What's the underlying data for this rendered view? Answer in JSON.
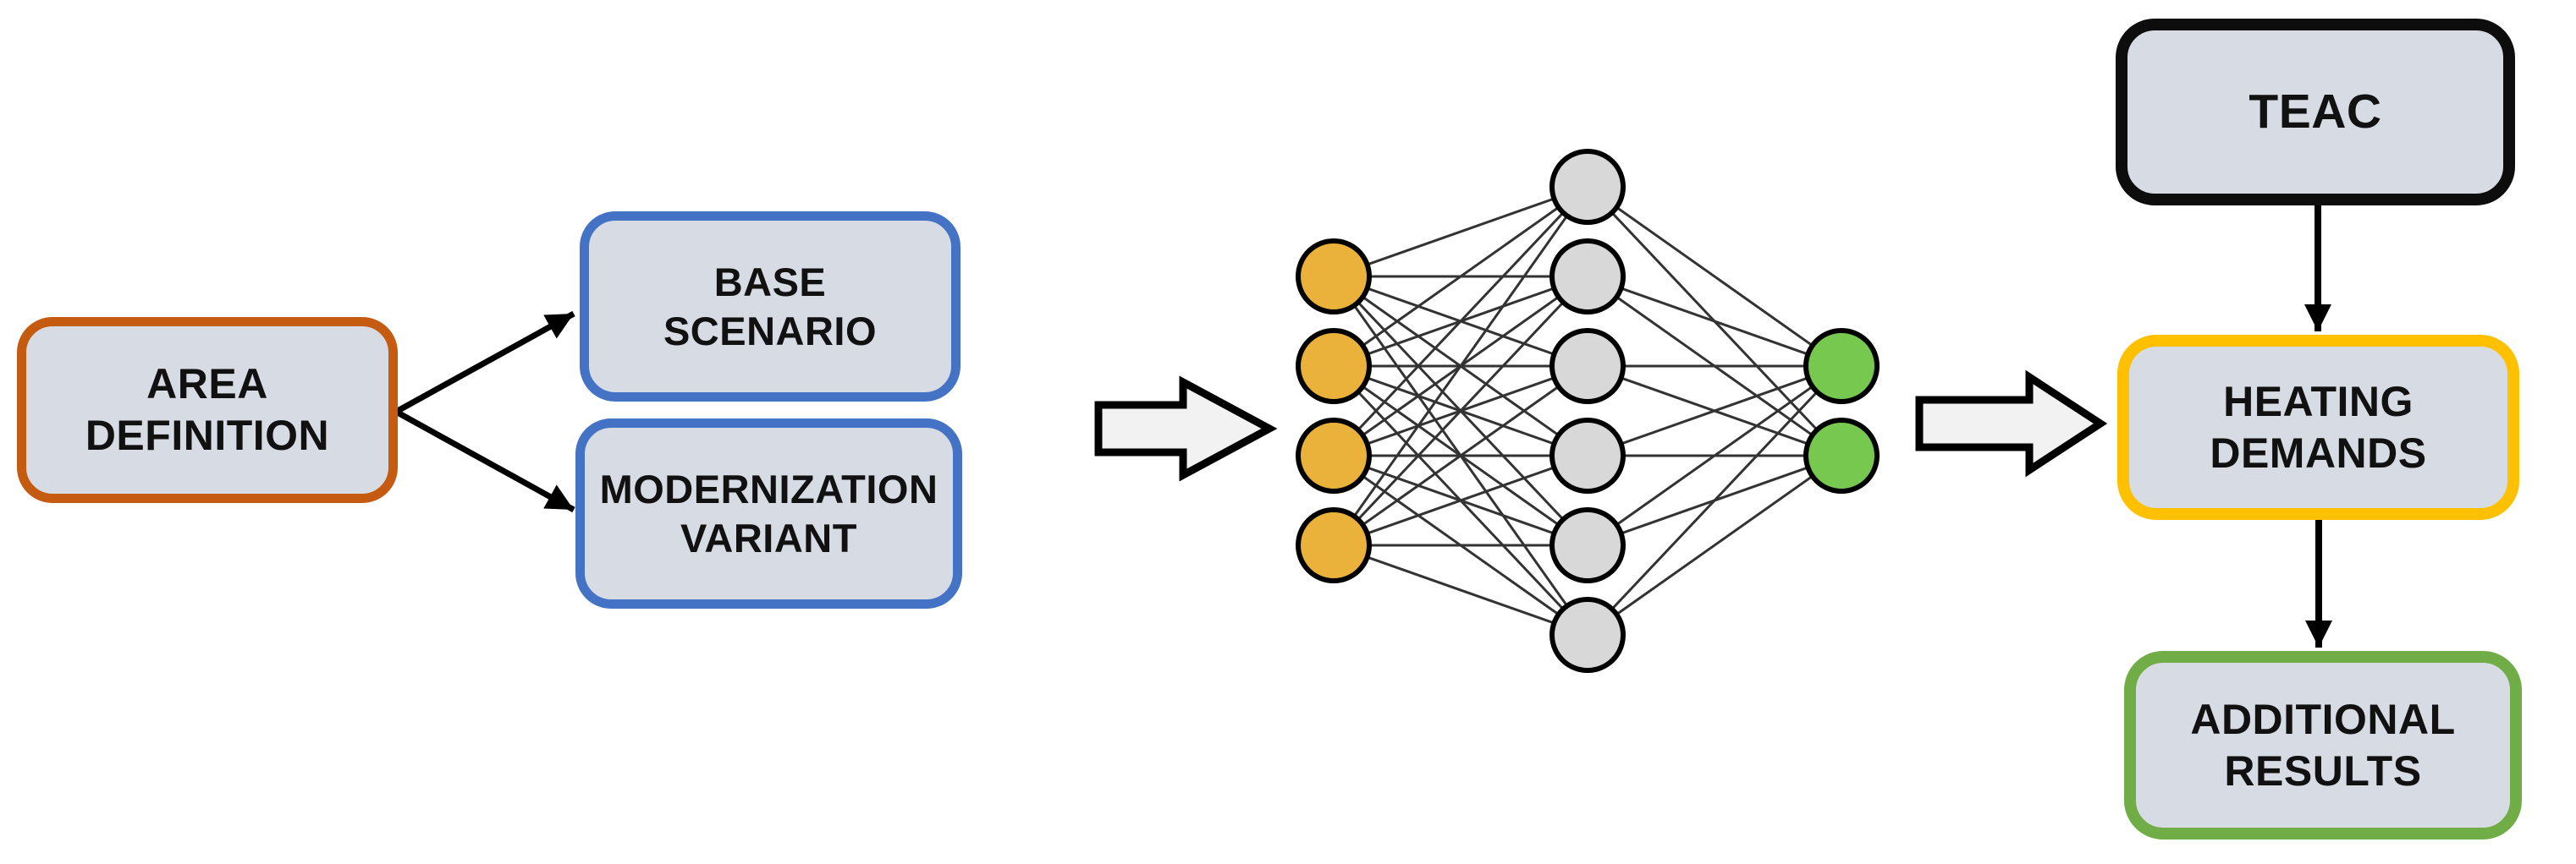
{
  "figure": {
    "background": "#FFFFFF",
    "box_fill": "#D7DCE4",
    "text_color": "#111111",
    "boxes": {
      "area_definition": {
        "label": "AREA\nDEFINITION",
        "border_color": "#C55A11"
      },
      "base_scenario": {
        "label": "BASE\nSCENARIO",
        "border_color": "#4472C4"
      },
      "modernization_variant": {
        "label": "MODERNIZATION\nVARIANT",
        "border_color": "#4472C4"
      },
      "teac": {
        "label": "TEAC",
        "border_color": "#0D0D0D"
      },
      "heating_demands": {
        "label": "HEATING\nDEMANDS",
        "border_color": "#FFC000"
      },
      "additional_results": {
        "label": "ADDITIONAL\nRESULTS",
        "border_color": "#70AD47"
      }
    },
    "connectors": {
      "color": "#000000"
    },
    "flow_arrows": {
      "fill": "#F2F2F2",
      "stroke": "#000000"
    },
    "neural_network": {
      "fully_connected": true,
      "node_stroke": "#000000",
      "edge_color": "#333333",
      "layers": [
        {
          "name": "input",
          "count": 4,
          "fill": "#EBB23B"
        },
        {
          "name": "hidden",
          "count": 6,
          "fill": "#D8D8D8"
        },
        {
          "name": "output",
          "count": 2,
          "fill": "#76C84E"
        }
      ]
    }
  }
}
